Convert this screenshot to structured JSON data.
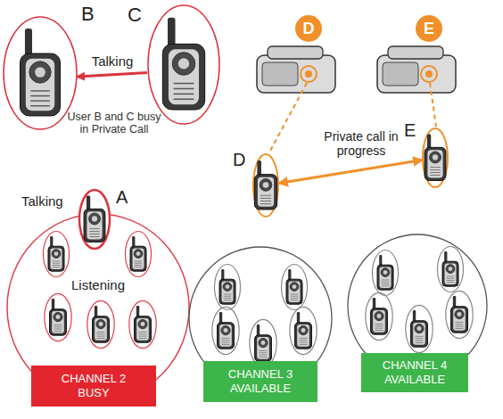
{
  "diagram": {
    "nodes": [
      {
        "text": [
          "B"
        ]
      },
      {
        "text": [
          "C"
        ]
      },
      {
        "text": [
          "Talking",
          "A"
        ]
      },
      {
        "text": [
          "D"
        ]
      },
      {
        "text": [
          "E"
        ]
      },
      {
        "text": [
          "D"
        ]
      },
      {
        "text": [
          "E"
        ]
      },
      {
        "text": [
          "CHANNEL 2 BUSY"
        ]
      },
      {
        "text": [
          "CHANNEL 3 AVAILABLE"
        ]
      },
      {
        "text": [
          "CHANNEL 4 AVAILABLE"
        ]
      }
    ],
    "edges": [
      {
        "from": 1,
        "to": 0,
        "arrow": "to",
        "label": "Talking"
      },
      {
        "from": 5,
        "to": 6,
        "arrow": "both",
        "label": "Private call in progress"
      }
    ],
    "labels": [
      "User B and C busy in Private Call",
      "Listening"
    ]
  }
}
